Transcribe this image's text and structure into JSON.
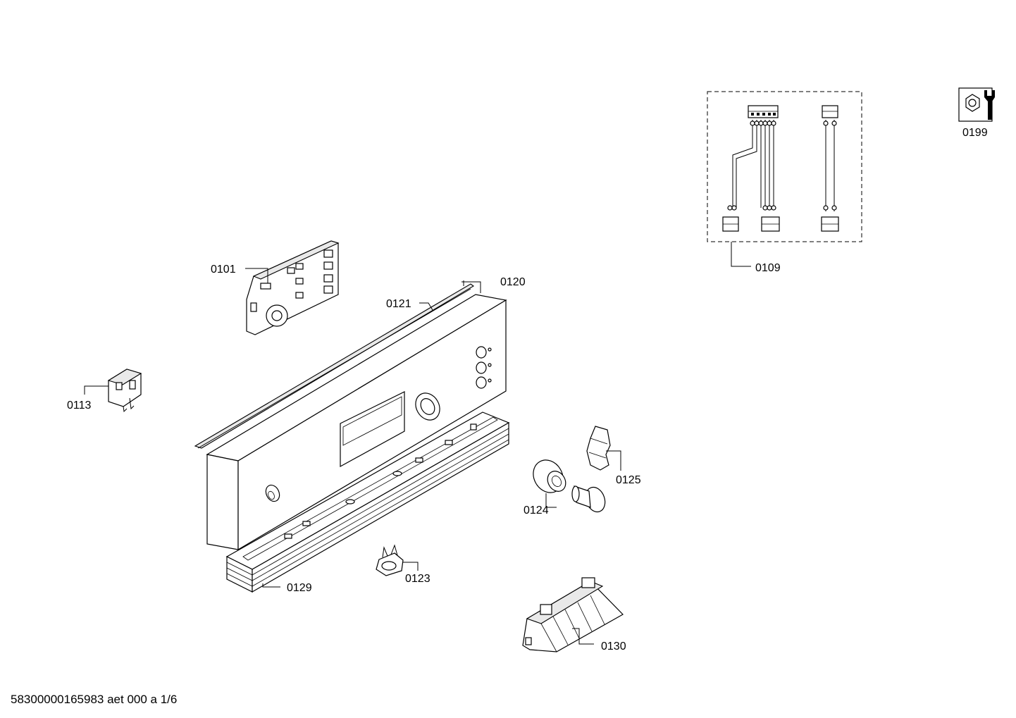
{
  "parts": [
    {
      "id": "0101",
      "label": "0101"
    },
    {
      "id": "0109",
      "label": "0109"
    },
    {
      "id": "0113",
      "label": "0113"
    },
    {
      "id": "0120",
      "label": "0120"
    },
    {
      "id": "0121",
      "label": "0121"
    },
    {
      "id": "0123",
      "label": "0123"
    },
    {
      "id": "0124",
      "label": "0124"
    },
    {
      "id": "0125",
      "label": "0125"
    },
    {
      "id": "0129",
      "label": "0129"
    },
    {
      "id": "0130",
      "label": "0130"
    },
    {
      "id": "0199",
      "label": "0199"
    }
  ],
  "footer": {
    "document_id": "58300000165983 aet 000 a 1/6"
  },
  "icons": {
    "0199": "wrench-nut-icon"
  },
  "colors": {
    "line": "#000000",
    "background": "#ffffff"
  }
}
